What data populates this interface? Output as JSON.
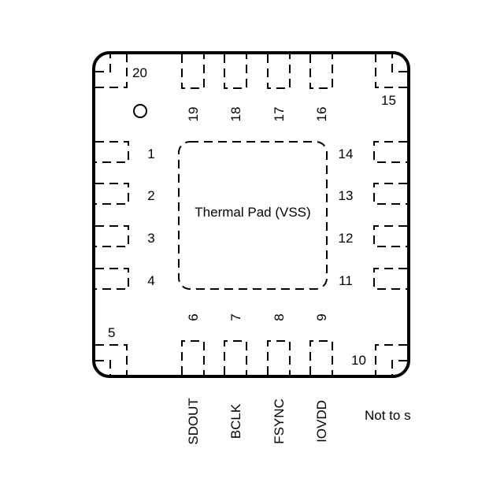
{
  "package": {
    "pins_left": [
      "1",
      "2",
      "3",
      "4"
    ],
    "pins_bottom": [
      "6",
      "7",
      "8",
      "9"
    ],
    "pins_right": [
      "11",
      "12",
      "13",
      "14"
    ],
    "pins_top": [
      "19",
      "18",
      "17",
      "16"
    ],
    "corner_pins": {
      "top_left": "20",
      "top_right": "15",
      "bottom_left": "5",
      "bottom_right": "10"
    },
    "thermal_pad_label": "Thermal Pad (VSS)"
  },
  "signals_bottom": [
    "SDOUT",
    "BCLK",
    "FSYNC",
    "IOVDD"
  ],
  "note": "Not to s"
}
